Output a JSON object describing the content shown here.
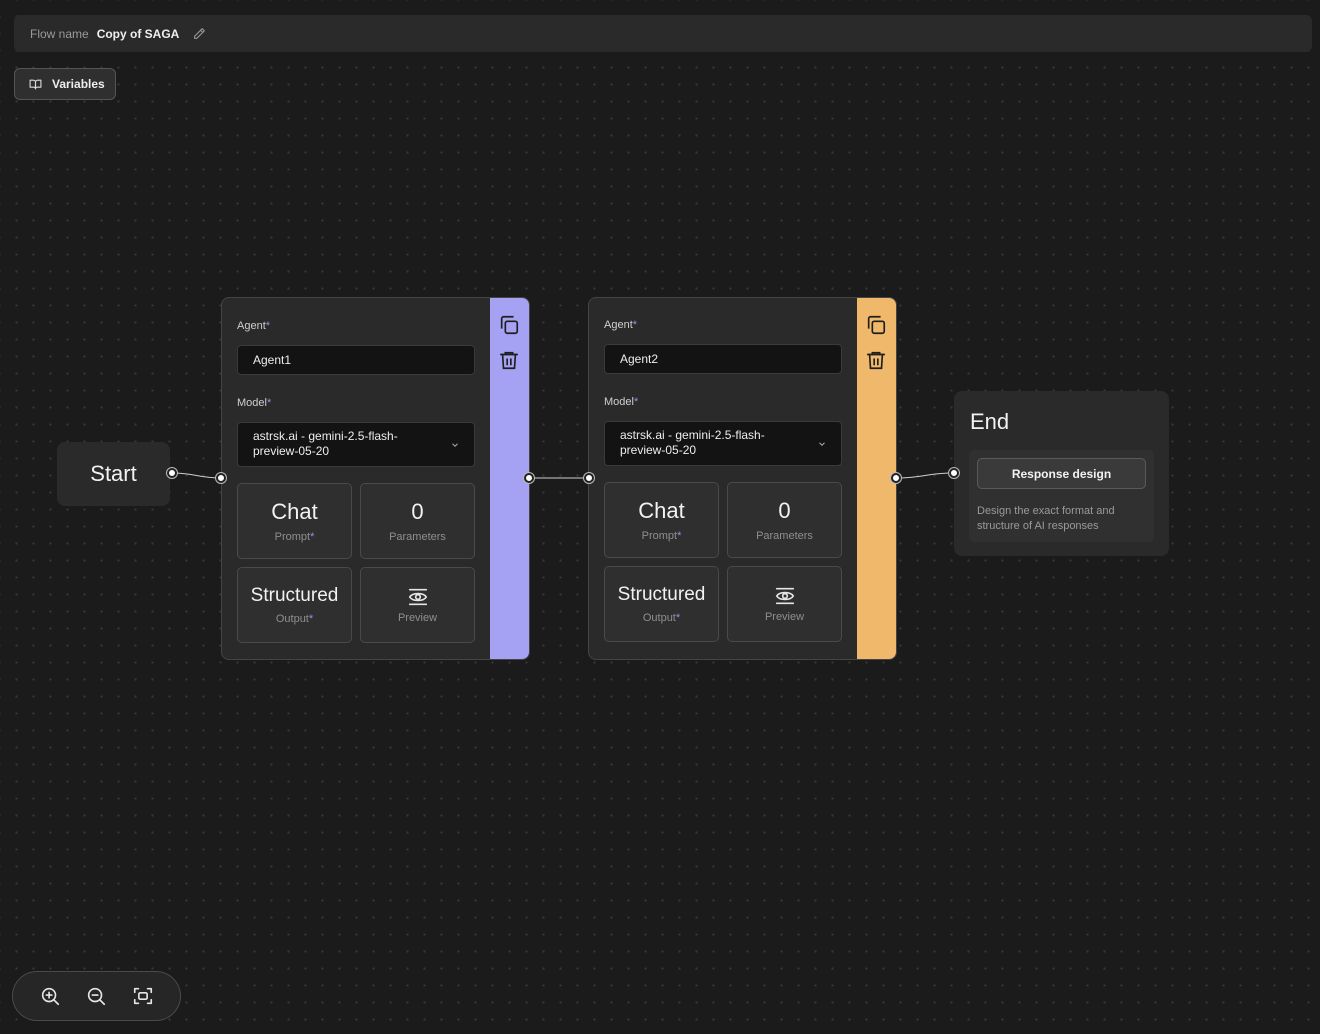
{
  "header": {
    "flow_name_label": "Flow name",
    "flow_name": "Copy of SAGA"
  },
  "toolbar": {
    "variables_label": "Variables"
  },
  "start_node": {
    "label": "Start"
  },
  "agents": [
    {
      "agent_label": "Agent",
      "agent_value": "Agent1",
      "model_label": "Model",
      "model_value_line1": "astrsk.ai - gemini-2.5-flash-",
      "model_value_line2": "preview-05-20",
      "chat_title": "Chat",
      "chat_sub": "Prompt",
      "params_count": "0",
      "params_sub": "Parameters",
      "structured_title": "Structured",
      "structured_sub": "Output",
      "preview_sub": "Preview",
      "accent_color": "#a5a2f4"
    },
    {
      "agent_label": "Agent",
      "agent_value": "Agent2",
      "model_label": "Model",
      "model_value_line1": "astrsk.ai - gemini-2.5-flash-",
      "model_value_line2": "preview-05-20",
      "chat_title": "Chat",
      "chat_sub": "Prompt",
      "params_count": "0",
      "params_sub": "Parameters",
      "structured_title": "Structured",
      "structured_sub": "Output",
      "preview_sub": "Preview",
      "accent_color": "#efb86a"
    }
  ],
  "end_node": {
    "title": "End",
    "button_label": "Response design",
    "description": "Design the exact format and structure of AI responses"
  },
  "required_marker": "*",
  "icons": {
    "pencil": "pencil-icon",
    "book": "book-open-icon",
    "copy": "copy-icon",
    "trash": "trash-icon",
    "chevron": "chevron-down-icon",
    "eye": "eye-icon",
    "zoom_in": "zoom-in-icon",
    "zoom_out": "zoom-out-icon",
    "fit": "fit-view-icon"
  }
}
